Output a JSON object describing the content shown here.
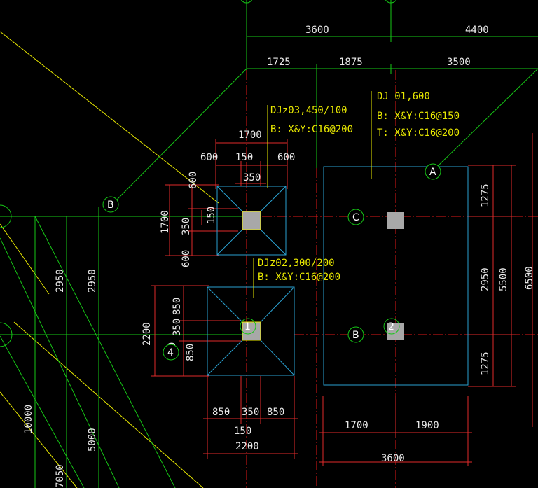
{
  "colors": {
    "background": "#000000",
    "grid_green": "#16c716",
    "axis_red": "#e01818",
    "outline_blue": "#2aa0d0",
    "yellow_text": "#e8e800",
    "dim_red": "#e02a2a",
    "column_fill": "#a8a8a8"
  },
  "dimensions_top": {
    "row1": [
      "3600",
      "4400"
    ],
    "row2": [
      "1725",
      "1875",
      "3500"
    ]
  },
  "footings": {
    "djz03": {
      "title": "DJz03,450/100",
      "rebar": "B: X&Y:C16@200",
      "dims": {
        "overall_w": "1700",
        "left": "600",
        "mid": "150",
        "right": "600",
        "col": "350",
        "top_v": "600",
        "mid_v": "350",
        "mid_v2": "150",
        "bot_v": "600",
        "overall_h": "1700"
      }
    },
    "djz02": {
      "title": "DJz02,300/200",
      "rebar": "B: X&Y:C16@200",
      "dims": {
        "top_v": "850",
        "mid_v": "350",
        "mid_v2": "150",
        "bot_v": "850",
        "overall_h": "2200",
        "left": "850",
        "mid": "350",
        "right": "850",
        "offset": "150",
        "overall_w": "2200"
      }
    },
    "dj01": {
      "title": "DJ 01,600",
      "rebar_b": "B: X&Y:C16@150",
      "rebar_t": "T: X&Y:C16@200",
      "dims": {
        "top": "1275",
        "mid": "2950",
        "bot": "1275",
        "inner_total": "5500",
        "outer_total": "6500",
        "left": "1700",
        "right": "1900",
        "total": "3600"
      }
    }
  },
  "grid_bubbles": {
    "a": "A",
    "b_left": "B",
    "b_right": "B",
    "c": "C",
    "one": "1",
    "two": "2",
    "four": "4"
  },
  "left_dims": [
    "2950",
    "2950",
    "10000",
    "5000",
    "7050"
  ]
}
